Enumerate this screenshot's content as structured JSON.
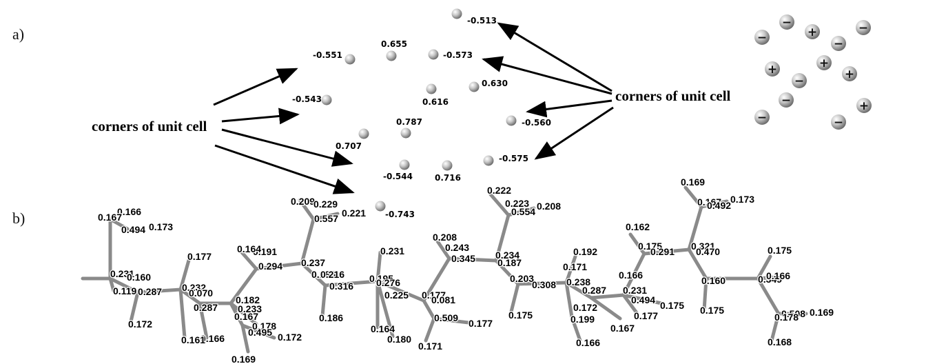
{
  "panels": {
    "a": "a)",
    "b": "b)"
  },
  "callouts": {
    "left": "corners of unit cell",
    "right": "corners of unit cell"
  },
  "crystal_charges": [
    "-0.513",
    "-0.551",
    "0.655",
    "-0.573",
    "0.630",
    "-0.543",
    "0.616",
    "0.787",
    "-0.560",
    "0.707",
    "-0.575",
    "-0.544",
    "0.716",
    "-0.743"
  ],
  "ion_signs": [
    "−",
    "−",
    "+",
    "−",
    "−",
    "+",
    "+",
    "+",
    "−",
    "−",
    "+",
    "−",
    "−"
  ],
  "molecule_labels": [
    "0.169",
    "0.167",
    "0.173",
    "0.492",
    "0.222",
    "0.223",
    "0.208",
    "0.554",
    "0.209",
    "0.229",
    "0.221",
    "0.557",
    "0.166",
    "0.167",
    "0.494",
    "0.173",
    "0.162",
    "0.175",
    "0.291",
    "0.321",
    "0.470",
    "0.175",
    "0.192",
    "0.171",
    "0.238",
    "0.287",
    "0.166",
    "0.231",
    "0.494",
    "0.175",
    "0.177",
    "0.199",
    "0.172",
    "0.167",
    "0.166",
    "0.160",
    "0.349",
    "0.166",
    "0.175",
    "0.508",
    "0.169",
    "0.178",
    "0.168",
    "0.208",
    "0.243",
    "0.345",
    "0.234",
    "0.187",
    "0.203",
    "0.308",
    "0.175",
    "0.231",
    "0.195",
    "0.276",
    "0.177",
    "0.225",
    "0.081",
    "0.509",
    "0.177",
    "0.164",
    "0.180",
    "0.171",
    "0.186",
    "0.316",
    "0.185",
    "0.216",
    "0.237",
    "0.294",
    "0.191",
    "0.164",
    "0.177",
    "0.232",
    "0.070",
    "0.182",
    "0.233",
    "0.178",
    "0.495",
    "0.172",
    "0.167",
    "0.169",
    "0.166",
    "0.161",
    "0.172",
    "0.287",
    "0.231",
    "0.160",
    "0.119",
    "0.287"
  ]
}
